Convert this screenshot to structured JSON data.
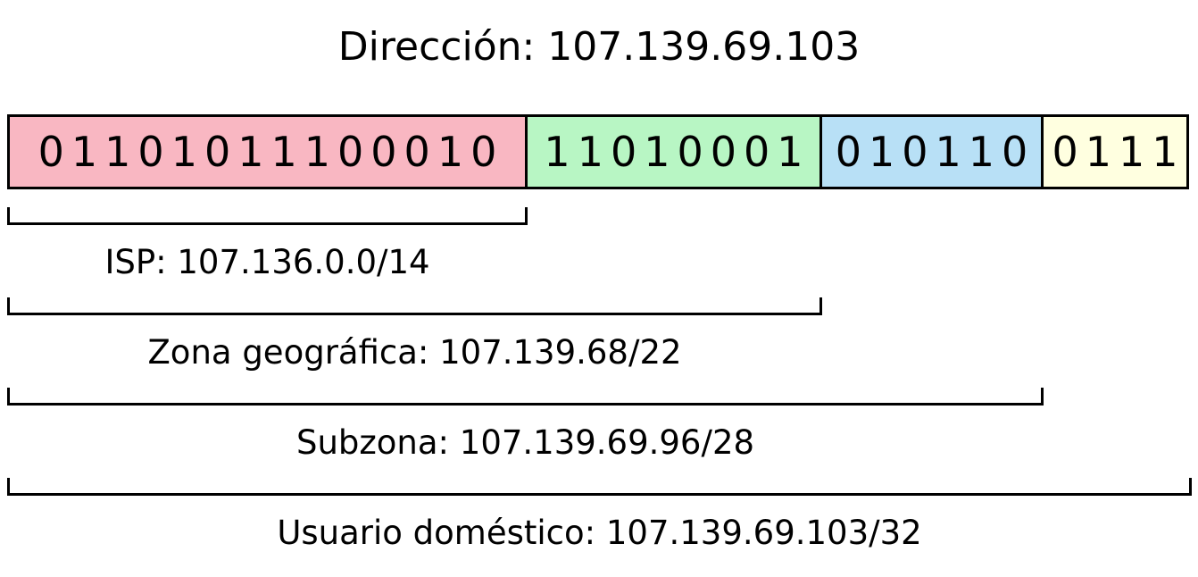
{
  "title": "Dirección: 107.139.69.103",
  "segments": [
    {
      "bits": "01101011100010",
      "color": "#f9b7c2"
    },
    {
      "bits": "11010001",
      "color": "#b8f6c4"
    },
    {
      "bits": "010110",
      "color": "#b8e0f6"
    },
    {
      "bits": "0111",
      "color": "#ffffe0"
    }
  ],
  "prefixes": [
    {
      "label": "ISP: 107.136.0.0/14"
    },
    {
      "label": "Zona geográfica: 107.139.68/22"
    },
    {
      "label": "Subzona: 107.139.69.96/28"
    },
    {
      "label": "Usuario doméstico: 107.139.69.103/32"
    }
  ]
}
